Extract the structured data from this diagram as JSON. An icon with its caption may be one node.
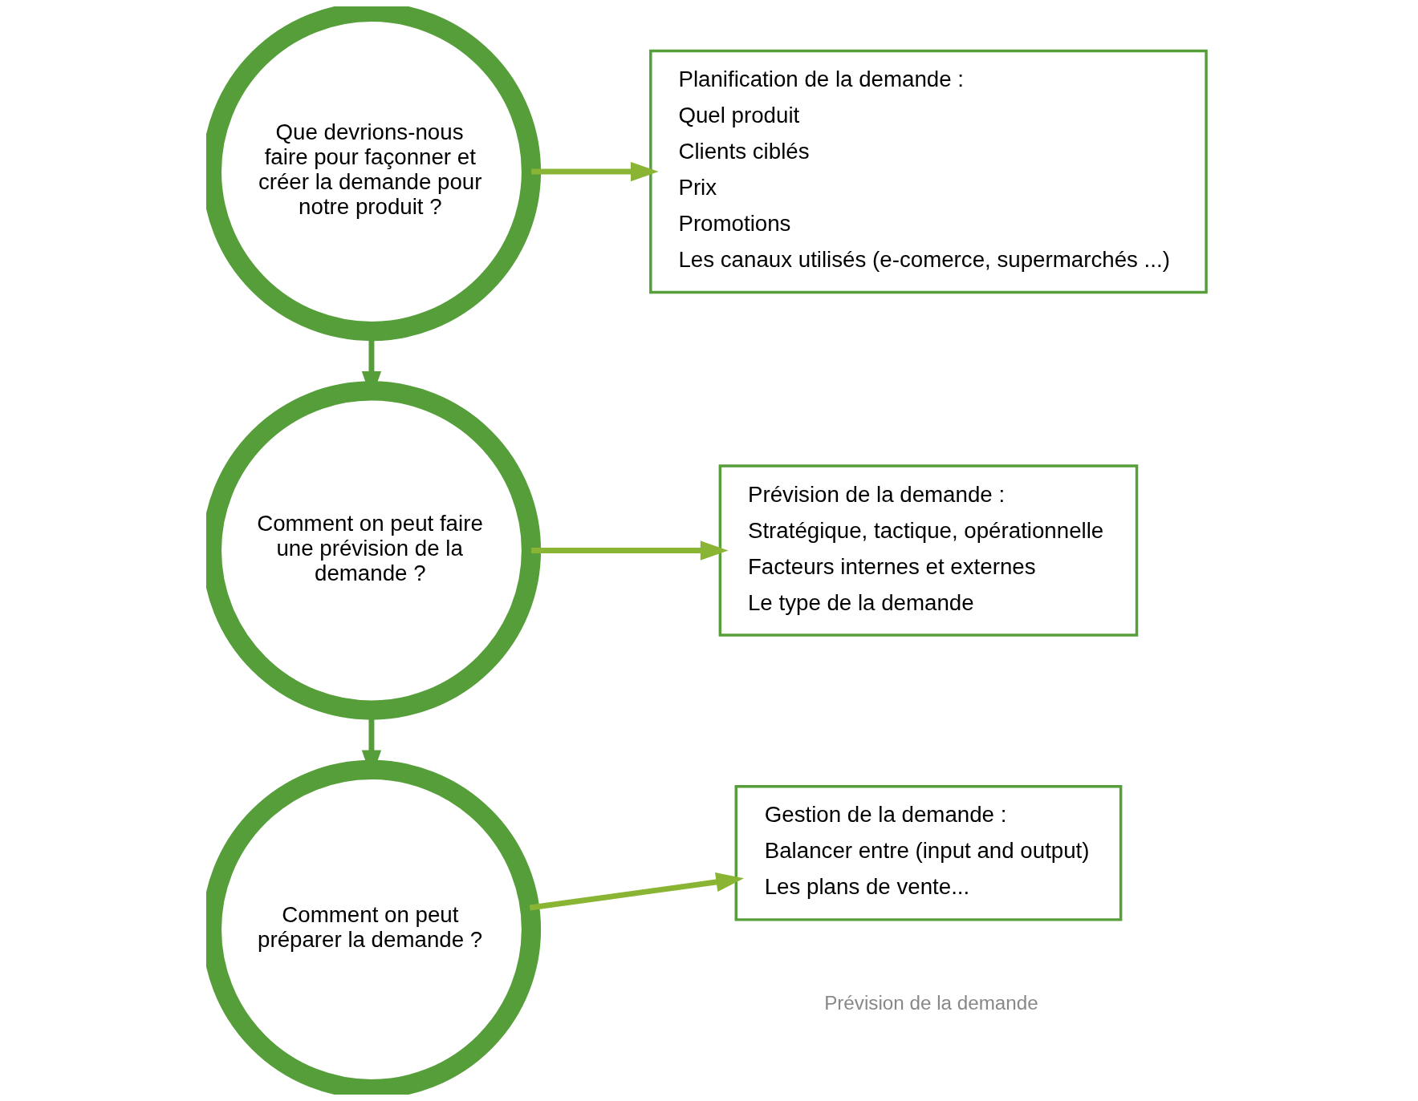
{
  "diagram": {
    "nodes": [
      {
        "text": [
          "Que devrions-nous faire pour façonner et créer la demande pour notre produit ?"
        ]
      },
      {
        "text": [
          "Comment on peut faire une prévision de la demande ?"
        ]
      },
      {
        "text": [
          "Comment on peut préparer la demande ?"
        ]
      },
      {
        "text": [
          "Planification de la demande :",
          "Quel produit",
          "Clients ciblés",
          "Prix",
          "Promotions",
          "Les canaux utilisés (e-comerce, supermarchés ...)"
        ]
      },
      {
        "text": [
          "Prévision de la demande :",
          "Stratégique, tactique, opérationnelle",
          "Facteurs internes et externes",
          "Le type de la demande"
        ]
      },
      {
        "text": [
          "Gestion de la demande :",
          "Balancer entre (input and output)",
          "Les plans de vente..."
        ]
      }
    ],
    "edges": [
      {
        "from": 0,
        "to": 1,
        "arrow": "to",
        "color": "#559e3a"
      },
      {
        "from": 1,
        "to": 2,
        "arrow": "to",
        "color": "#559e3a"
      },
      {
        "from": 0,
        "to": 3,
        "arrow": "to"
      },
      {
        "from": 1,
        "to": 4,
        "arrow": "to"
      },
      {
        "from": 2,
        "to": 5,
        "arrow": "to"
      }
    ],
    "labels": [
      "Prévision de la demande"
    ]
  }
}
